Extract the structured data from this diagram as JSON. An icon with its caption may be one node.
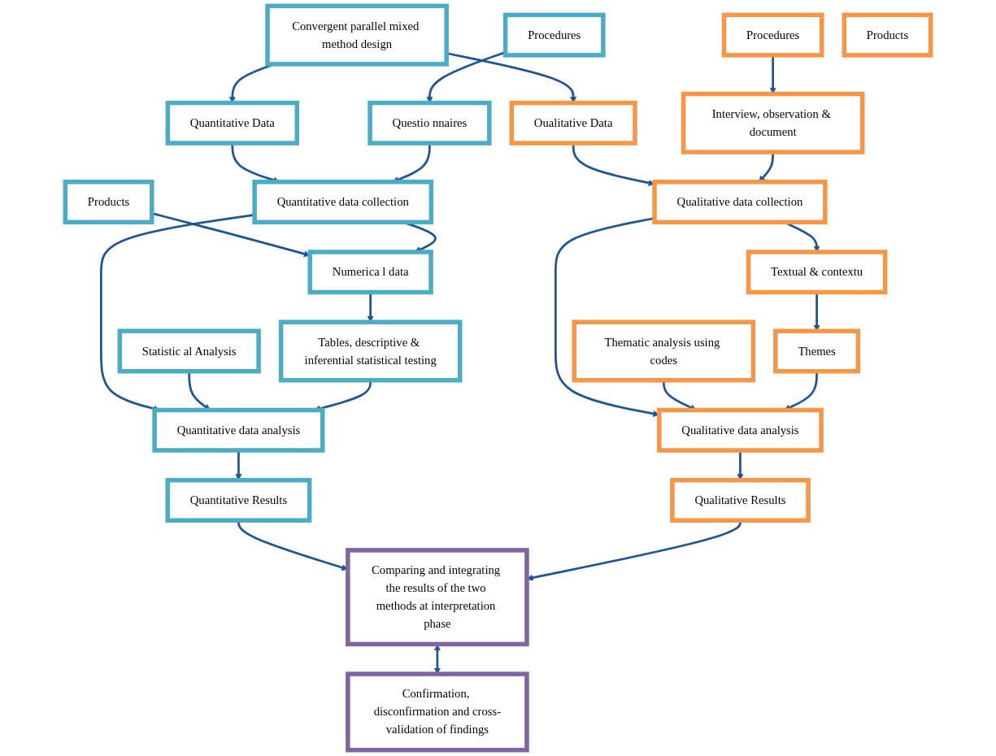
{
  "diagram": {
    "nodes": [
      {
        "text": [
          "Convergent parallel mixed method design"
        ]
      },
      {
        "text": [
          "Quantitative Data"
        ]
      },
      {
        "text": [
          "Procedures"
        ]
      },
      {
        "text": [
          "Products"
        ]
      },
      {
        "text": [
          "Questio nnaires"
        ]
      },
      {
        "text": [
          "Quantitative data collection"
        ]
      },
      {
        "text": [
          "Numerica l data"
        ]
      },
      {
        "text": [
          "Statistic al Analysis"
        ]
      },
      {
        "text": [
          "Quantitative data analysis"
        ]
      },
      {
        "text": [
          "Tables, descriptive & inferential statistical testing"
        ]
      },
      {
        "text": [
          "Quantitative Results"
        ]
      },
      {
        "text": [
          "Oualitative Data"
        ]
      },
      {
        "text": [
          "Procedures"
        ]
      },
      {
        "text": [
          "Products"
        ]
      },
      {
        "text": [
          "Interview, observation & document"
        ]
      },
      {
        "text": [
          "Qualitative data collection"
        ]
      },
      {
        "text": [
          "Textual & contextu"
        ]
      },
      {
        "text": [
          "Thematic analysis using codes"
        ]
      },
      {
        "text": [
          "Qualitative data analysis"
        ]
      },
      {
        "text": [
          "Themes"
        ]
      },
      {
        "text": [
          "Qualitative Results"
        ]
      },
      {
        "text": [
          "Comparing and integrating the results of the two methods at interpretation phase"
        ]
      },
      {
        "text": [
          "Confirmation, disconfirmation and cross-validation of findings"
        ]
      }
    ],
    "edges": [
      {
        "from": 0,
        "to": 1,
        "arrow": "to"
      },
      {
        "from": 0,
        "to": 11,
        "arrow": "to"
      },
      {
        "from": 1,
        "to": 5,
        "arrow": "to"
      },
      {
        "from": 2,
        "to": 4,
        "arrow": "to"
      },
      {
        "from": 3,
        "to": 6,
        "arrow": "to"
      },
      {
        "from": 4,
        "to": 5,
        "arrow": "to"
      },
      {
        "from": 5,
        "to": 6,
        "arrow": "to"
      },
      {
        "from": 5,
        "to": 8,
        "arrow": "to"
      },
      {
        "from": 6,
        "to": 9,
        "arrow": "to"
      },
      {
        "from": 7,
        "to": 8,
        "arrow": "to"
      },
      {
        "from": 9,
        "to": 8,
        "arrow": "to"
      },
      {
        "from": 8,
        "to": 10,
        "arrow": "to"
      },
      {
        "from": 10,
        "to": 21,
        "arrow": "to"
      },
      {
        "from": 11,
        "to": 15,
        "arrow": "to"
      },
      {
        "from": 12,
        "to": 14,
        "arrow": "to"
      },
      {
        "from": 14,
        "to": 15,
        "arrow": "to"
      },
      {
        "from": 15,
        "to": 16,
        "arrow": "to"
      },
      {
        "from": 15,
        "to": 18,
        "arrow": "to"
      },
      {
        "from": 16,
        "to": 19,
        "arrow": "to"
      },
      {
        "from": 17,
        "to": 18,
        "arrow": "to"
      },
      {
        "from": 19,
        "to": 18,
        "arrow": "to"
      },
      {
        "from": 18,
        "to": 20,
        "arrow": "to"
      },
      {
        "from": 20,
        "to": 21,
        "arrow": "to"
      },
      {
        "from": 21,
        "to": 22,
        "arrow": "both"
      }
    ]
  }
}
